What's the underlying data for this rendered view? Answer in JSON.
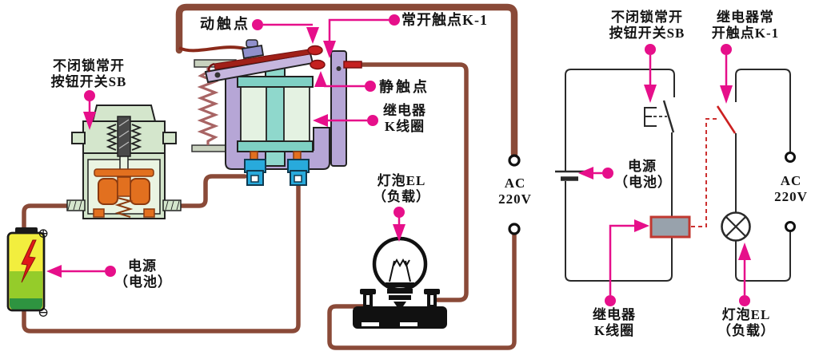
{
  "left_diagram": {
    "labels": {
      "moving_contact": "动触点",
      "no_contact_k1": "常开触点K-1",
      "static_contact": "静触点",
      "relay_coil": "继电器\nK线圈",
      "push_button_switch": "不闭锁常开\n按钮开关SB",
      "bulb_load": "灯泡EL\n（负载）",
      "ac_supply": "AC\n220V",
      "power_battery": "电源\n（电池）",
      "battery_positive": "⊕",
      "battery_negative": "⊖"
    }
  },
  "right_diagram": {
    "labels": {
      "push_button_switch": "不闭锁常开\n按钮开关SB",
      "relay_no_contact_k1": "继电器常\n开触点K-1",
      "power_battery": "电源\n（电池）",
      "ac_supply": "AC\n220V",
      "relay_coil": "继电器\nK线圈",
      "bulb_load": "灯泡EL\n（负载）"
    }
  },
  "colors": {
    "wire_brown": "#8a4a38",
    "leader_pink": "#e60f8a",
    "contact_red": "#c42020",
    "relay_frame_lavender": "#b6a6d6",
    "core_teal": "#8fd8cc",
    "coil_pale_green": "#e4f2e2",
    "switch_body_green": "#d4e6cc",
    "contact_orange": "#e2701f",
    "terminal_blue": "#28aadc",
    "battery_yellow": "#f2ee3e",
    "battery_green": "#95cc2a",
    "battery_dark_green": "#2e9440",
    "schematic_black": "#2a2a2a",
    "coil_box_gray": "#98a2ac"
  }
}
